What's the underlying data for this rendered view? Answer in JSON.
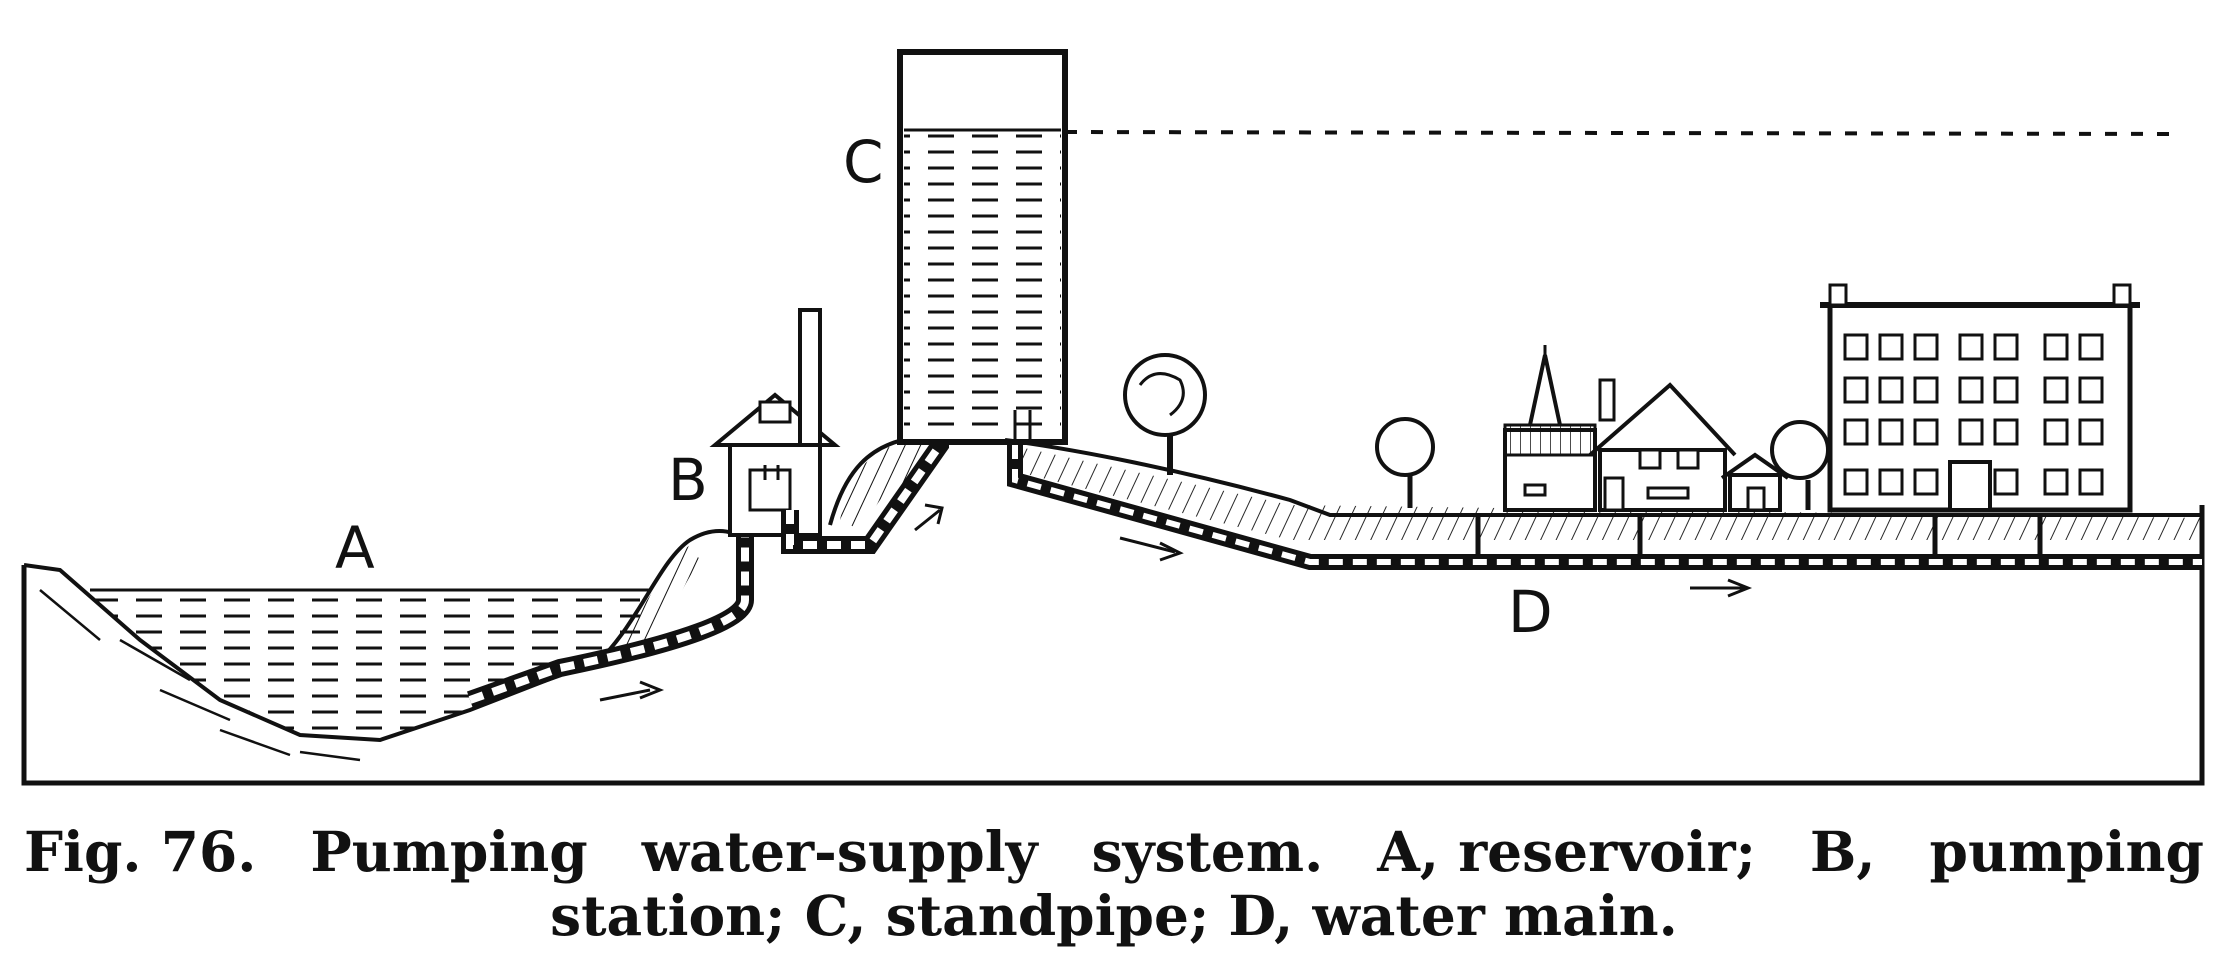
{
  "labels": {
    "reservoir": "A",
    "pumping_station": "B",
    "standpipe": "C",
    "water_main": "D"
  },
  "caption": {
    "fig_number": "Fig. 76.",
    "line1_parts": [
      "Pumping",
      "water-supply",
      "system.",
      "A, reservoir;",
      "B,",
      "pumping"
    ],
    "line2": "station; C, standpipe; D, water main."
  },
  "colors": {
    "ink": "#111111",
    "paper": "#ffffff"
  }
}
